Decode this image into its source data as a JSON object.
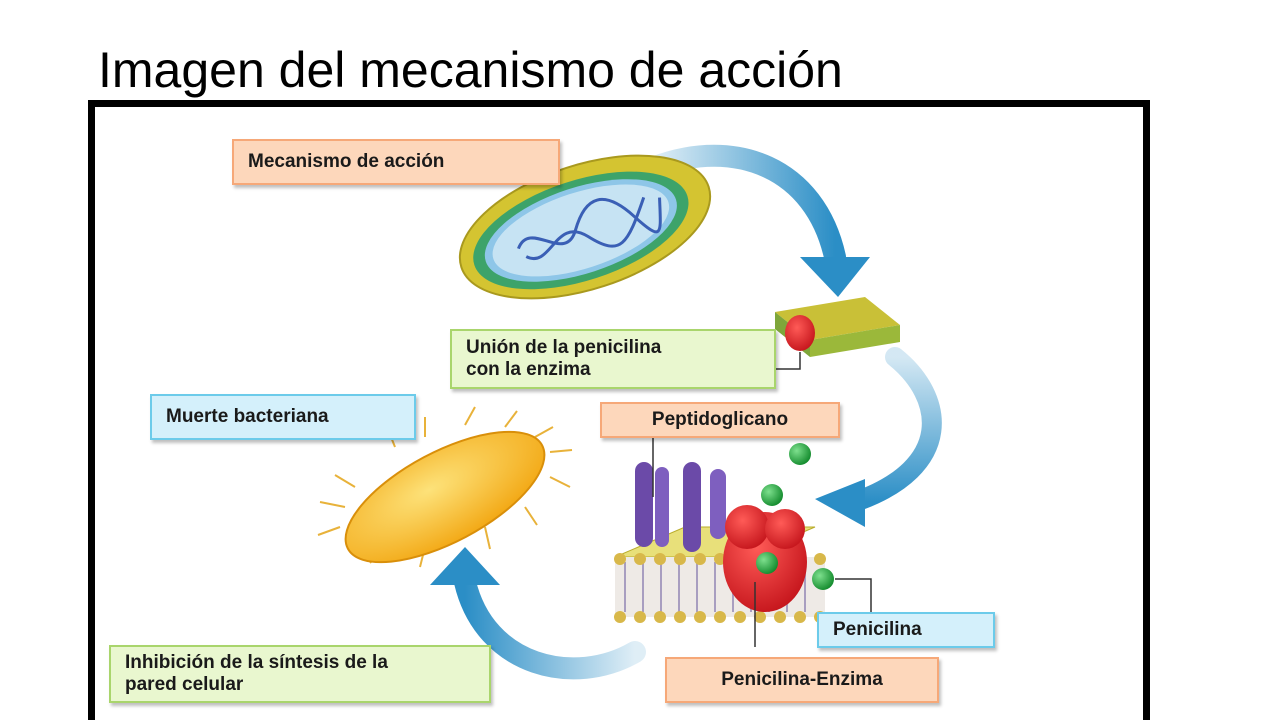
{
  "title": "Imagen del mecanismo de acción",
  "labels": {
    "mechanism": "Mecanismo de acción",
    "union_line1": "Unión de la penicilina",
    "union_line2": "con la enzima",
    "death": "Muerte bacteriana",
    "peptidoglycan": "Peptidoglicano",
    "penicillin": "Penicilina",
    "penicillin_enzyme": "Penicilina-Enzima",
    "inhibition_line1": "Inhibición de la síntesis de la",
    "inhibition_line2": "pared celular"
  },
  "colors": {
    "orange_label": "#fdd7bb",
    "green_label": "#e9f7cf",
    "blue_label": "#d4f0fb",
    "arrow_blue": "#2b8ec6",
    "enzyme_red": "#e1262d",
    "penicillin_green": "#1f9a3a",
    "peptidoglycan_purple": "#6b4aa8",
    "dead_bacterium": "#f7b822"
  }
}
